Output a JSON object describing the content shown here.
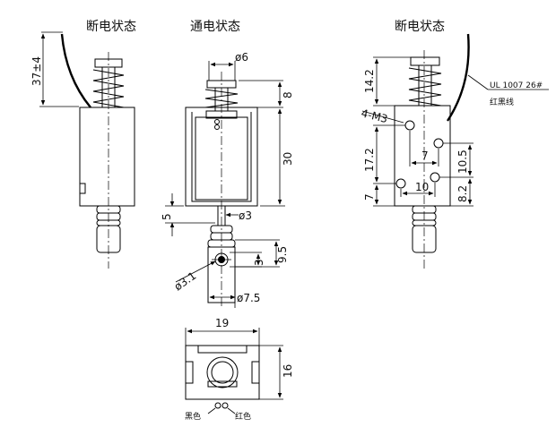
{
  "views": {
    "off_left": {
      "title": "断电状态"
    },
    "on_mid": {
      "title": "通电状态"
    },
    "off_right": {
      "title": "断电状态"
    }
  },
  "dimensions": {
    "lead_length": "37±4",
    "plunger_dia": "ø6",
    "spring_len": "8",
    "body_height": "30",
    "stroke": "5",
    "shaft_dia": "ø3",
    "pin_hole_dia": "ø3.1",
    "pin_from_end": "3",
    "tip_length": "9.5",
    "tip_dia": "ø7.5",
    "bottom_width": "19",
    "bottom_height": "16",
    "top_offset": "14.2",
    "mount_hole": "4-M3",
    "hole_drop": "17.2",
    "hole_spacing_h": "7",
    "hole_spacing_v": "10.5",
    "hole_bottom": "7",
    "hole_pitch": "10",
    "hole_pitch_v": "8.2"
  },
  "labels": {
    "wire_spec": "UL 1007 26#",
    "wire_colors": "红黑线",
    "black": "黑色",
    "red": "红色"
  }
}
